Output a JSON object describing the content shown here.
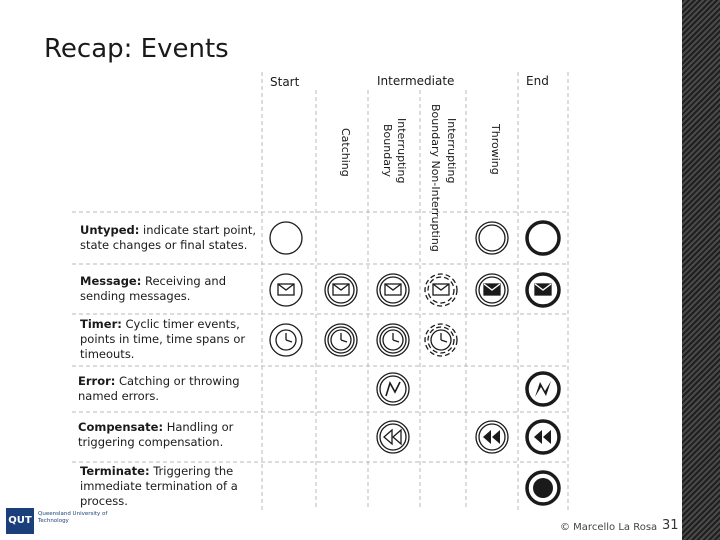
{
  "title": "Recap: Events",
  "columns": {
    "start": "Start",
    "intermediate": "Intermediate",
    "end": "End"
  },
  "vertical_labels": [
    "Catching",
    "Boundary",
    "Interrupting",
    "Boundary Non-Interrupting",
    "Interrupting",
    "Throwing"
  ],
  "rows": [
    {
      "key": "untyped",
      "bold": "Untyped:",
      "text": "indicate start point, state changes or final states.",
      "lines": [
        "Untyped: indicate start point,",
        "state changes or final states."
      ]
    },
    {
      "key": "message",
      "bold": "Message:",
      "text": "Receiving and sending messages.",
      "lines": [
        "Message: Receiving and",
        "sending messages."
      ]
    },
    {
      "key": "timer",
      "bold": "Timer:",
      "text": "Cyclic timer events, points in time, time spans or timeouts.",
      "lines": [
        "Timer: Cyclic timer events,",
        "points in time, time spans or",
        "timeouts."
      ]
    },
    {
      "key": "error",
      "bold": "Error:",
      "text": "Catching or throwing named errors.",
      "lines": [
        "Error: Catching or throwing",
        "named errors."
      ]
    },
    {
      "key": "compensate",
      "bold": "Compensate:",
      "text": "Handling or triggering compensation.",
      "lines": [
        "Compensate: Handling or",
        "triggering compensation."
      ]
    },
    {
      "key": "terminate",
      "bold": "Terminate:",
      "text": "Triggering the immediate termination of a process.",
      "lines": [
        "Terminate: Triggering the",
        "immediate termination of a",
        "process."
      ]
    }
  ],
  "footer": {
    "copyright": "© Marcello La Rosa",
    "page": "31"
  },
  "logo": {
    "abbr": "QUT",
    "name": "Queensland University of Technology"
  }
}
